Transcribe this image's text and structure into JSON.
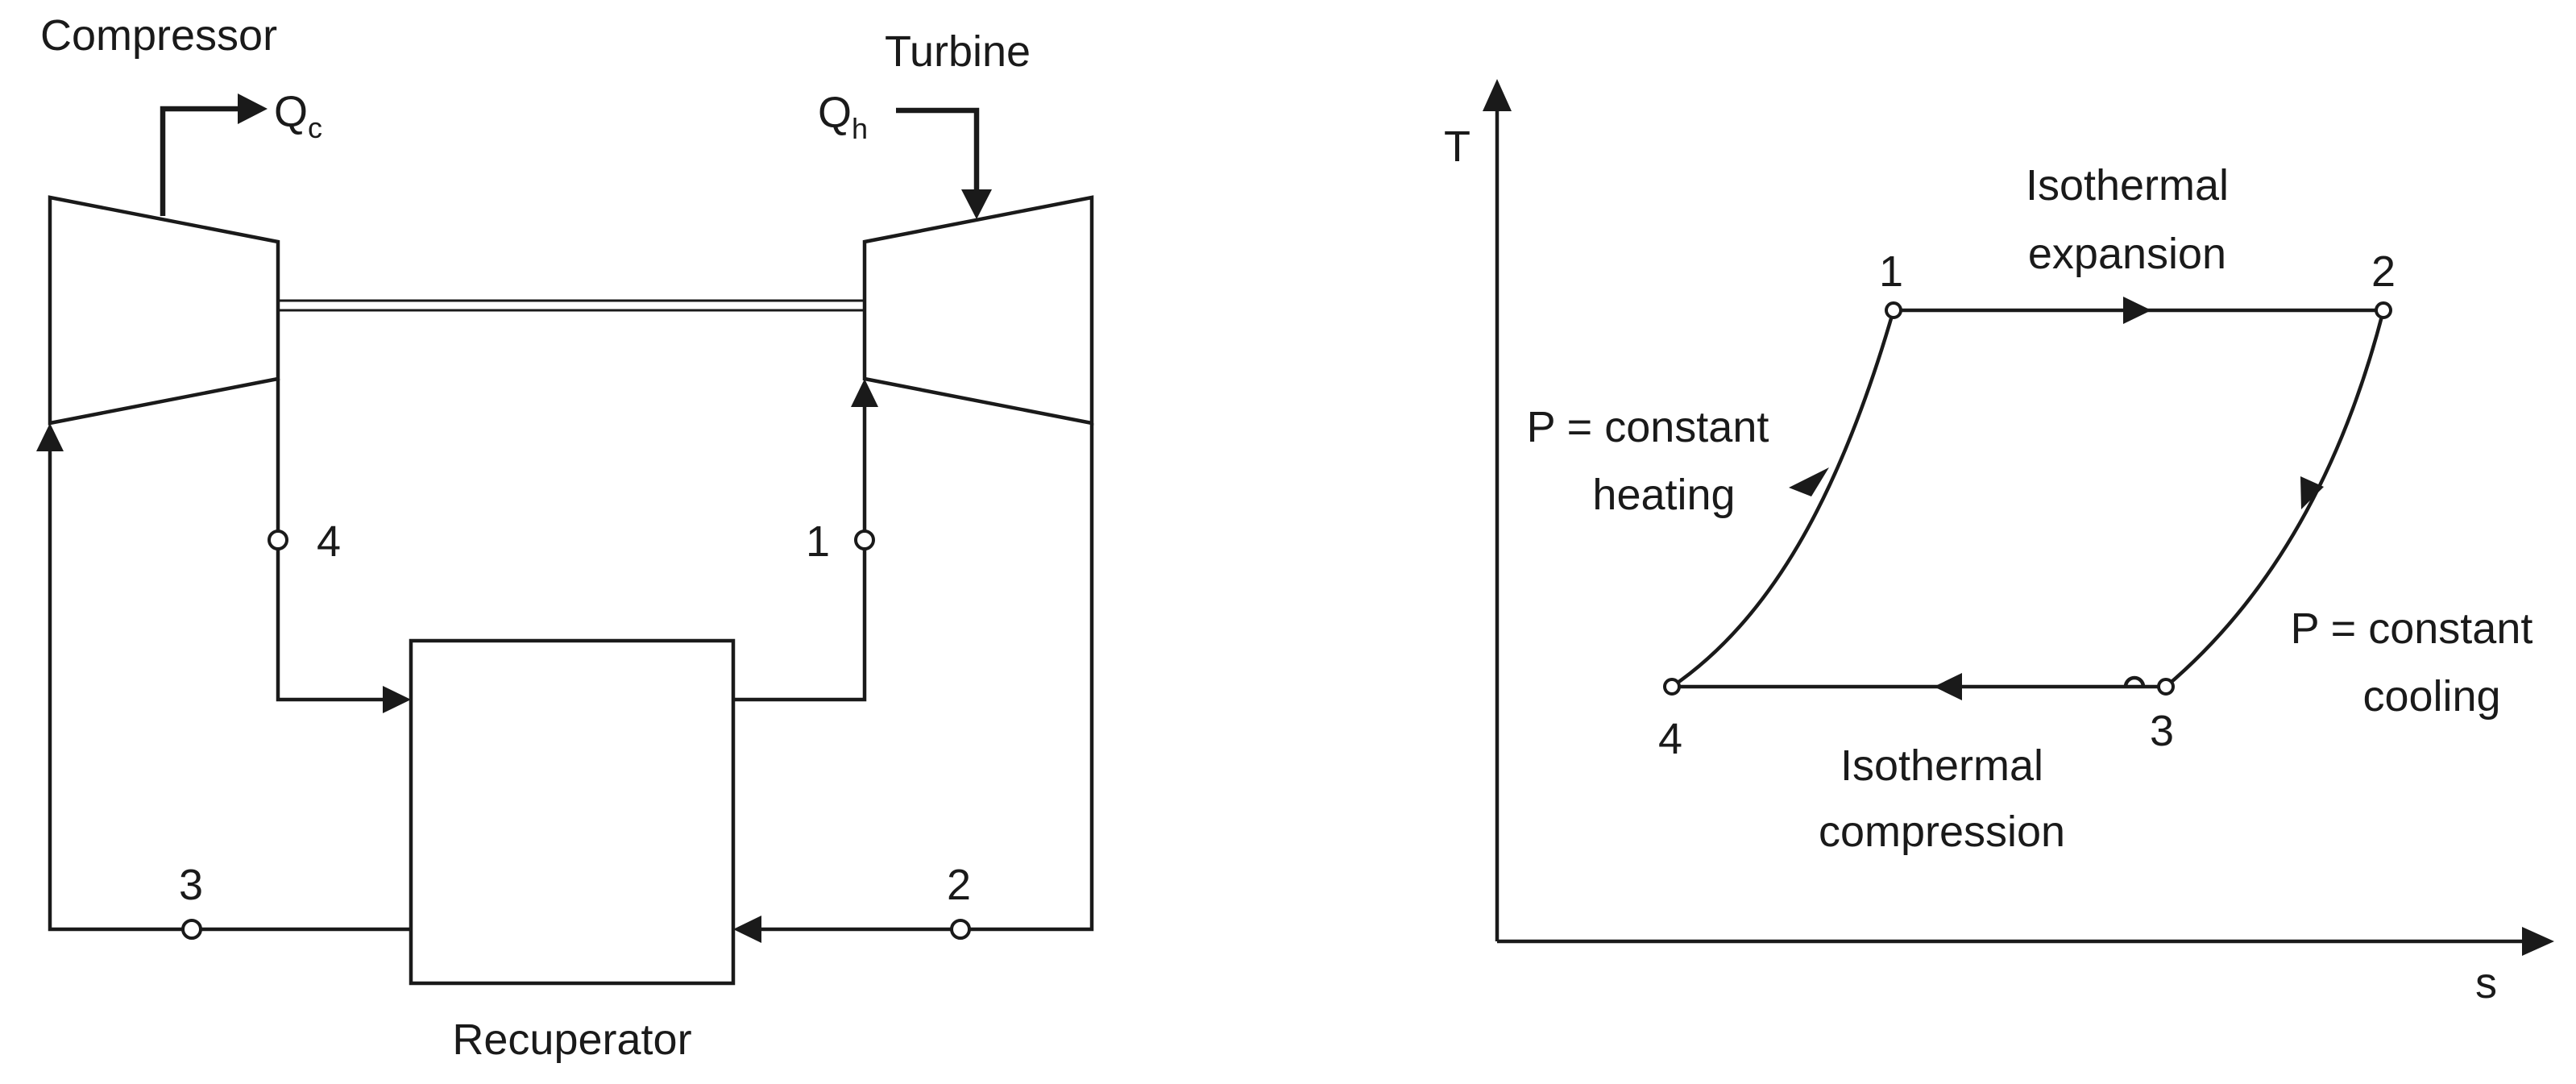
{
  "schematic": {
    "compressor_label": "Compressor",
    "turbine_label": "Turbine",
    "recuperator_label": "Recuperator",
    "heat_out": {
      "main": "Q",
      "subscript": "c"
    },
    "heat_in": {
      "main": "Q",
      "subscript": "h"
    },
    "state_labels": {
      "s1": "1",
      "s2": "2",
      "s3": "3",
      "s4": "4"
    }
  },
  "ts_diagram": {
    "y_axis_label": "T",
    "x_axis_label": "s",
    "point_labels": {
      "p1": "1",
      "p2": "2",
      "p3": "3",
      "p4": "4"
    },
    "process_isothermal_expansion": [
      "Isothermal",
      "expansion"
    ],
    "process_isothermal_compression": [
      "Isothermal",
      "compression"
    ],
    "process_constant_pressure_heating": [
      "P = constant",
      "heating"
    ],
    "process_constant_pressure_cooling": [
      "P = constant",
      "cooling"
    ]
  }
}
